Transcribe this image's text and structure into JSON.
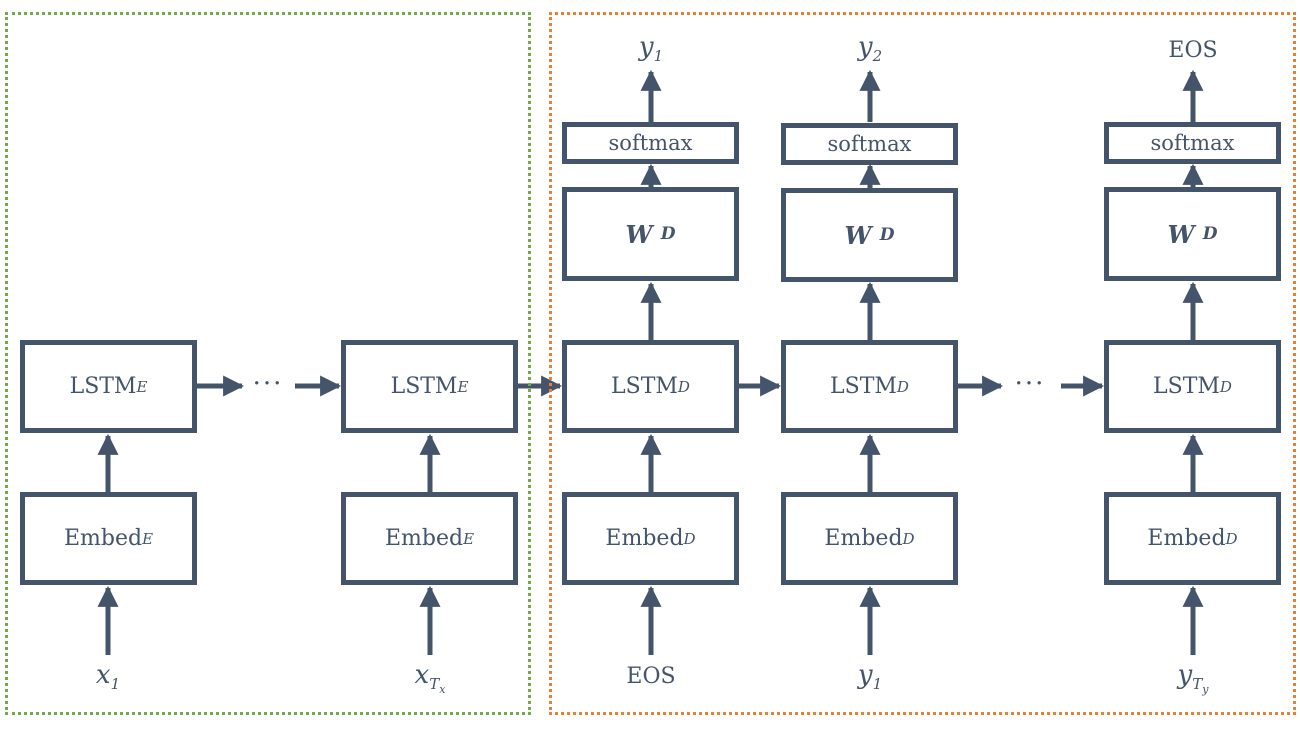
{
  "diagram": {
    "title": "Encoder-Decoder LSTM sequence-to-sequence",
    "colors": {
      "stroke": "#44546a",
      "encoder_border": "#70ad47",
      "decoder_border": "#ed7d31",
      "background": "#ffffff"
    },
    "encoder": {
      "steps": [
        {
          "lstm": {
            "base": "LSTM",
            "sub": "E"
          },
          "embed": {
            "base": "Embed",
            "sub": "E"
          },
          "input": {
            "base": "x",
            "sub": "1",
            "subsub": ""
          }
        },
        {
          "lstm": {
            "base": "LSTM",
            "sub": "E"
          },
          "embed": {
            "base": "Embed",
            "sub": "E"
          },
          "input": {
            "base": "x",
            "sub": "T",
            "subsub": "x"
          }
        }
      ],
      "ellipsis": "···"
    },
    "decoder": {
      "steps": [
        {
          "output": {
            "base": "y",
            "sub": "1",
            "plain": false
          },
          "softmax": "softmax",
          "wd": {
            "base": "W",
            "sub": "D"
          },
          "lstm": {
            "base": "LSTM",
            "sub": "D"
          },
          "embed": {
            "base": "Embed",
            "sub": "D"
          },
          "input": {
            "base": "EOS",
            "sub": "",
            "subsub": "",
            "plain": true
          }
        },
        {
          "output": {
            "base": "y",
            "sub": "2",
            "plain": false
          },
          "softmax": "softmax",
          "wd": {
            "base": "W",
            "sub": "D"
          },
          "lstm": {
            "base": "LSTM",
            "sub": "D"
          },
          "embed": {
            "base": "Embed",
            "sub": "D"
          },
          "input": {
            "base": "y",
            "sub": "1",
            "subsub": "",
            "plain": false
          }
        },
        {
          "output": {
            "base": "EOS",
            "sub": "",
            "plain": true
          },
          "softmax": "softmax",
          "wd": {
            "base": "W",
            "sub": "D"
          },
          "lstm": {
            "base": "LSTM",
            "sub": "D"
          },
          "embed": {
            "base": "Embed",
            "sub": "D"
          },
          "input": {
            "base": "y",
            "sub": "T",
            "subsub": "y",
            "plain": false
          }
        }
      ],
      "ellipsis": "···"
    }
  }
}
